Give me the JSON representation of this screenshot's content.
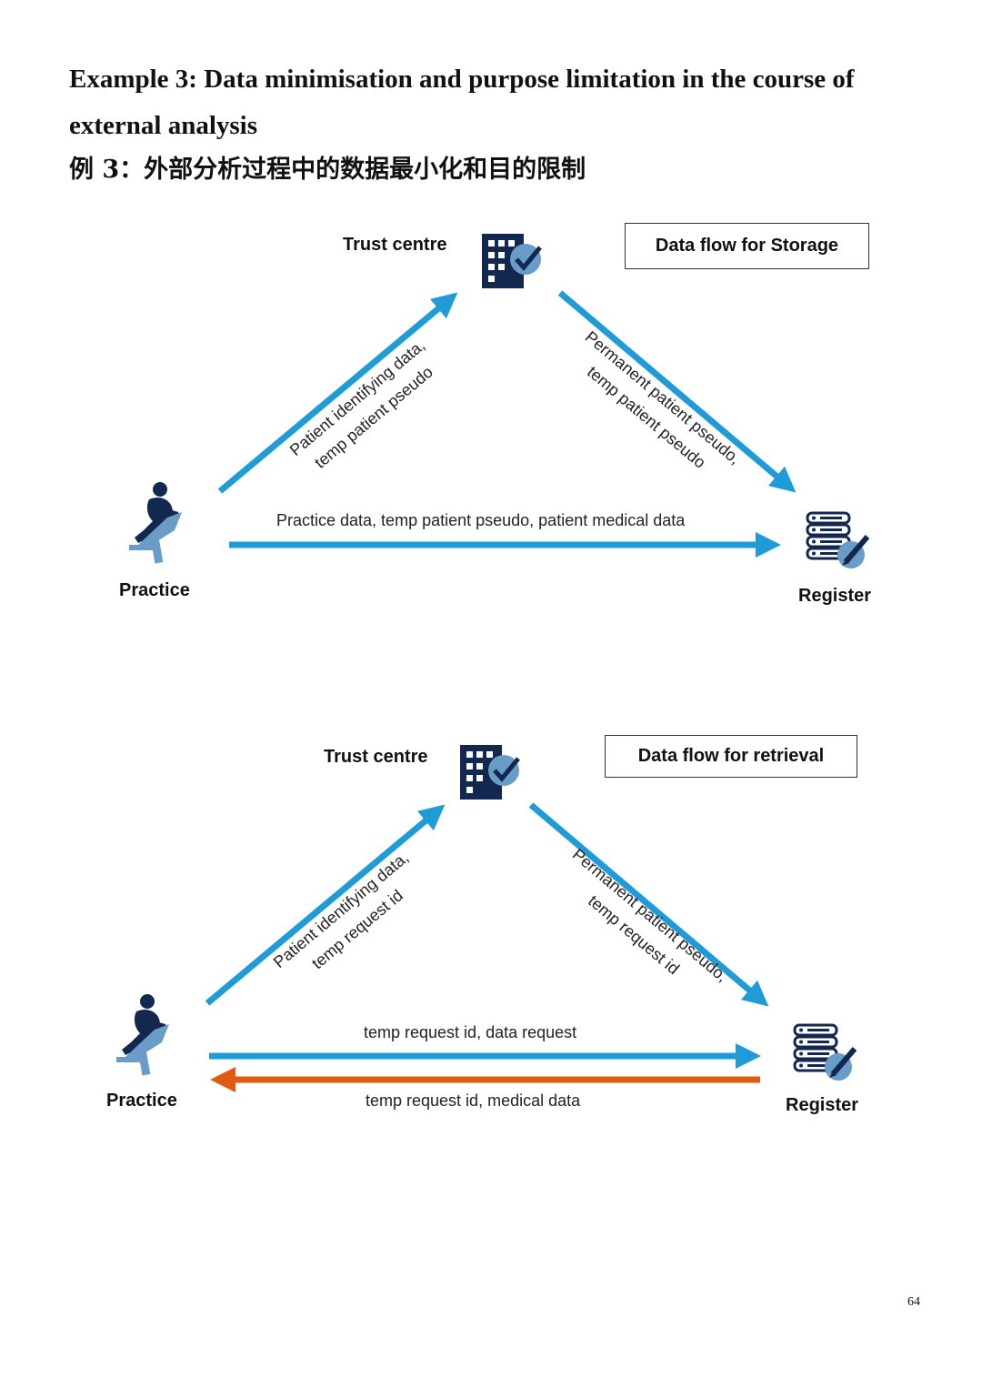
{
  "title_en": "Example 3: Data minimisation and purpose limitation in the course of external analysis",
  "title_zh": "例 3：外部分析过程中的数据最小化和目的限制",
  "page_number": "64",
  "colors": {
    "blue_arrow": "#1f9bd7",
    "orange_arrow": "#e05a12",
    "icon_navy": "#13284f",
    "icon_light": "#6a9cc8"
  },
  "diagrams": [
    {
      "box_label": "Data flow for Storage",
      "trust_centre": "Trust centre",
      "practice": "Practice",
      "register": "Register",
      "left_line1": "Patient identifying data,",
      "left_line2": "temp patient pseudo",
      "right_line1": "Permanent patient pseudo,",
      "right_line2": "temp patient pseudo",
      "bottom_label": "Practice data, temp patient pseudo, patient medical data"
    },
    {
      "box_label": "Data flow for retrieval",
      "trust_centre": "Trust centre",
      "practice": "Practice",
      "register": "Register",
      "left_line1": "Patient identifying data,",
      "left_line2": "temp request id",
      "right_line1": "Permanent patient pseudo,",
      "right_line2": "temp request id",
      "bottom_label_forward": "temp request id, data request",
      "bottom_label_return": "temp request id, medical data"
    }
  ]
}
